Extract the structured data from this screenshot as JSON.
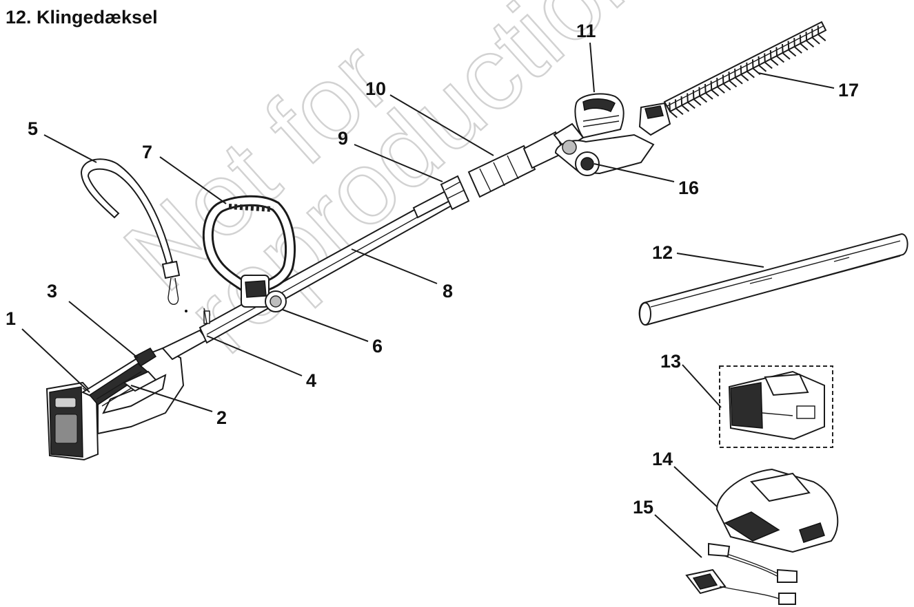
{
  "title": "12. Klingedæksel",
  "watermark": {
    "line1": "Not for",
    "line2": "reproduction"
  },
  "callouts": [
    "1",
    "2",
    "3",
    "4",
    "5",
    "6",
    "7",
    "8",
    "9",
    "10",
    "11",
    "12",
    "13",
    "14",
    "15",
    "16",
    "17"
  ],
  "colors": {
    "line": "#1a1a1a",
    "watermark": "#d2d2d2"
  }
}
